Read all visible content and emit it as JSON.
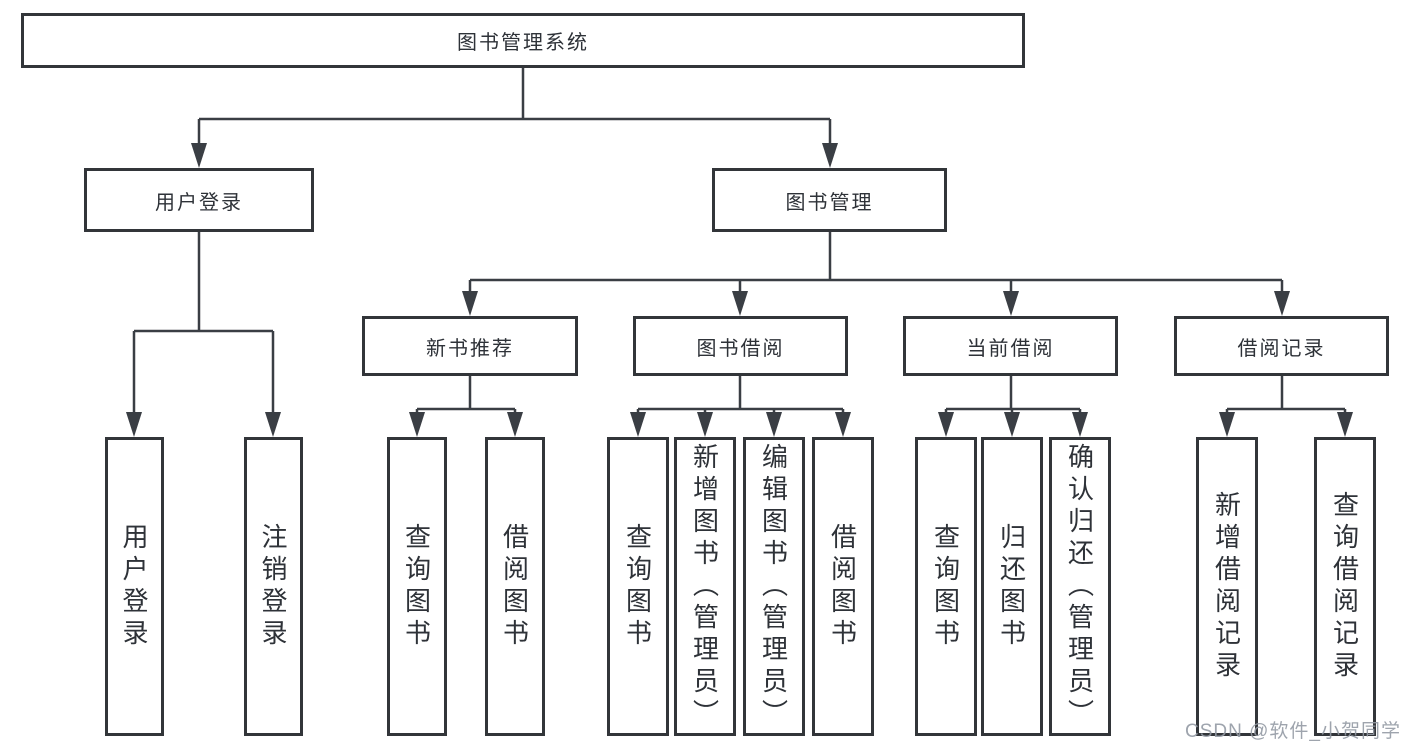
{
  "tree": {
    "label": "图书管理系统",
    "children": [
      {
        "label": "用户登录",
        "children": [
          {
            "label": "用户登录"
          },
          {
            "label": "注销登录"
          }
        ]
      },
      {
        "label": "图书管理",
        "children": [
          {
            "label": "新书推荐",
            "children": [
              {
                "label": "查询图书"
              },
              {
                "label": "借阅图书"
              }
            ]
          },
          {
            "label": "图书借阅",
            "children": [
              {
                "label": "查询图书"
              },
              {
                "label": "新增图书（管理员）"
              },
              {
                "label": "编辑图书（管理员）"
              },
              {
                "label": "借阅图书"
              }
            ]
          },
          {
            "label": "当前借阅",
            "children": [
              {
                "label": "查询图书"
              },
              {
                "label": "归还图书"
              },
              {
                "label": "确认归还（管理员）"
              }
            ]
          },
          {
            "label": "借阅记录",
            "children": [
              {
                "label": "新增借阅记录"
              },
              {
                "label": "查询借阅记录"
              }
            ]
          }
        ]
      }
    ]
  },
  "watermark": "CSDN @软件_小贺同学",
  "colors": {
    "line": "#3a3e44",
    "box_border": "#323539",
    "text": "#2e3238",
    "watermark": "#949aa4",
    "background": "#ffffff"
  }
}
